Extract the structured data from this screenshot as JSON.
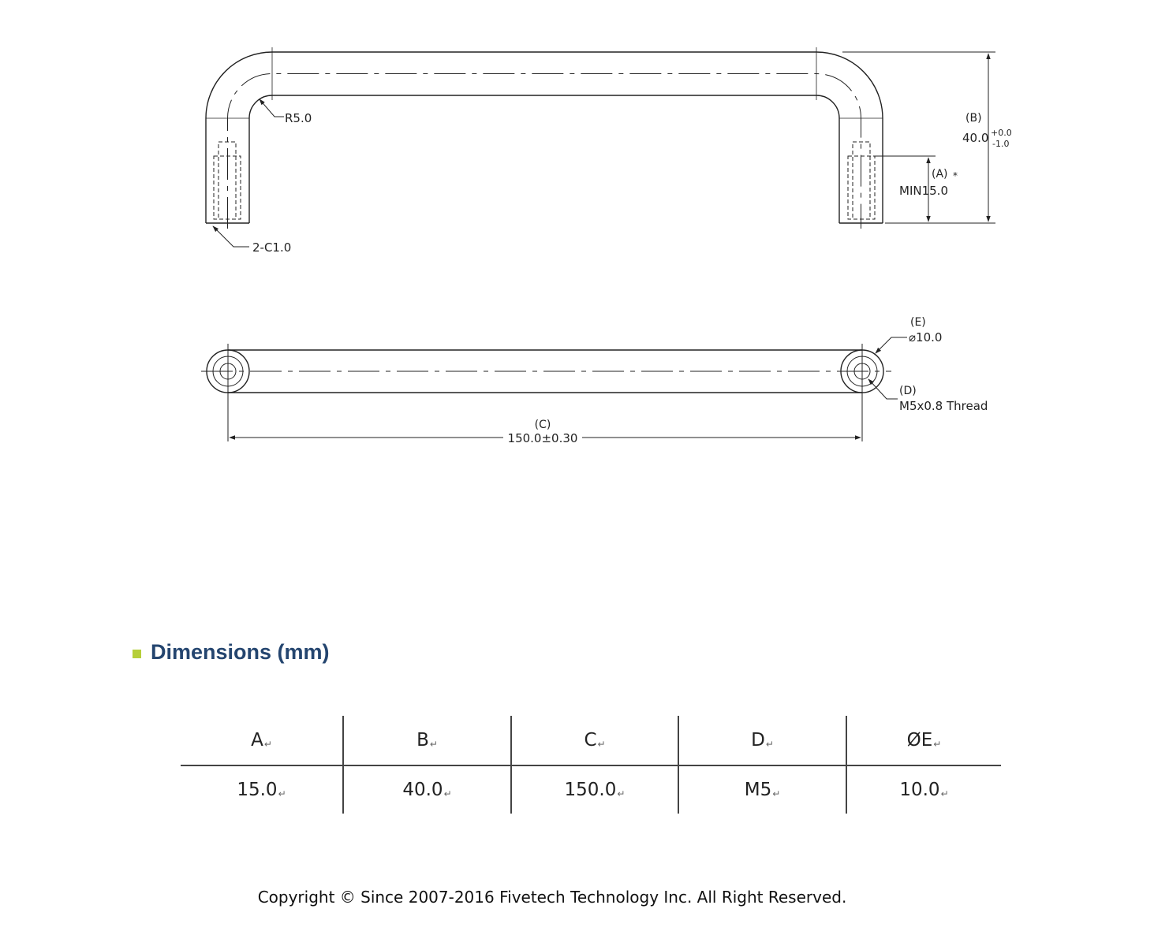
{
  "drawing": {
    "labels": {
      "radius": "R5.0",
      "chamfer": "2-C1.0",
      "b_tag": "(B)",
      "b_value": "40.0",
      "b_tol_plus": "+0.0",
      "b_tol_minus": "-1.0",
      "a_tag": "(A)",
      "a_star": "*",
      "a_value": "MIN15.0",
      "e_tag": "(E)",
      "e_value": "⌀10.0",
      "d_tag": "(D)",
      "d_value": "M5x0.8 Thread",
      "c_tag": "(C)",
      "c_value": "150.0±0.30"
    }
  },
  "section": {
    "title": "Dimensions (mm)",
    "bullet_color": "#b6cf3a",
    "title_color": "#24456f"
  },
  "table": {
    "headers": [
      "A",
      "B",
      "C",
      "D",
      "ØE"
    ],
    "row": [
      "15.0",
      "40.0",
      "150.0",
      "M5",
      "10.0"
    ],
    "mark": "↵"
  },
  "footer": {
    "text": "Copyright © Since 2007-2016 Fivetech Technology Inc. All Right Reserved."
  }
}
